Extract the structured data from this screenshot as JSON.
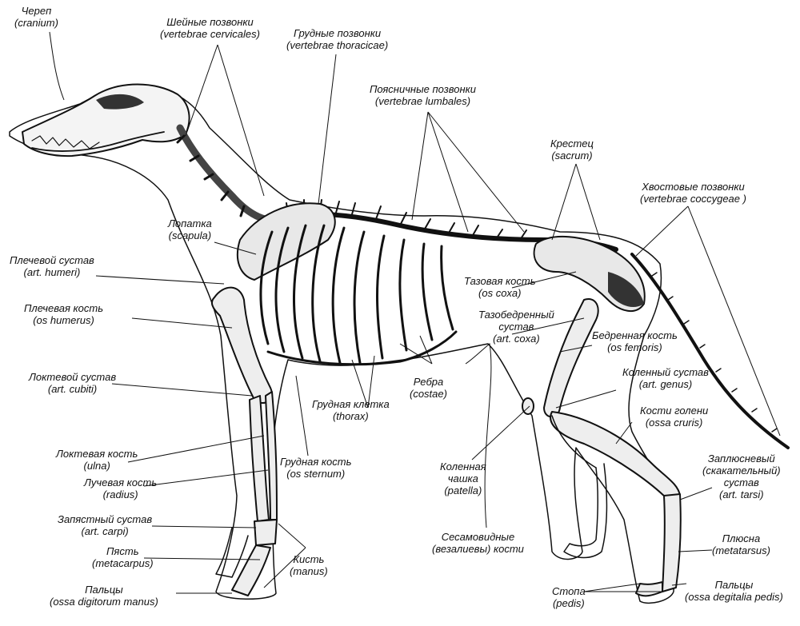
{
  "labels": {
    "cranium": {
      "ru": "Череп",
      "lat": "(cranium)"
    },
    "cervical": {
      "ru": "Шейные позвонки",
      "lat": "(vertebrae cervicales)"
    },
    "thoracic": {
      "ru": "Грудные позвонки",
      "lat": "(vertebrae thoracicae)"
    },
    "lumbar": {
      "ru": "Поясничные позвонки",
      "lat": "(vertebrae lumbales)"
    },
    "sacrum": {
      "ru": "Крестец",
      "lat": "(sacrum)"
    },
    "coccygeal": {
      "ru": "Хвостовые позвонки",
      "lat": "(vertebrae coccygeae )"
    },
    "scapula": {
      "ru": "Лопатка",
      "lat": "(scapula)"
    },
    "shoulder_joint": {
      "ru": "Плечевой сустав",
      "lat": "(art. humeri)"
    },
    "humerus": {
      "ru": "Плечевая кость",
      "lat": "(os humerus)"
    },
    "elbow_joint": {
      "ru": "Локтевой сустав",
      "lat": "(art. cubiti)"
    },
    "ulna": {
      "ru": "Локтевая кость",
      "lat": "(ulna)"
    },
    "radius": {
      "ru": "Лучевая кость",
      "lat": "(radius)"
    },
    "carpal_joint": {
      "ru": "Запястный сустав",
      "lat": "(art. carpi)"
    },
    "metacarpus": {
      "ru": "Пясть",
      "lat": "(metacarpus)"
    },
    "digits_manus": {
      "ru": "Пальцы",
      "lat": "(ossa digitorum manus)"
    },
    "manus": {
      "ru": "Кисть",
      "lat": "(manus)"
    },
    "sternum": {
      "ru": "Грудная кость",
      "lat": "(os sternum)"
    },
    "thorax": {
      "ru": "Грудная клетка",
      "lat": "(thorax)"
    },
    "ribs": {
      "ru": "Ребра",
      "lat": "(costae)"
    },
    "os_coxa": {
      "ru": "Тазовая кость",
      "lat": "(os coxa)"
    },
    "hip_joint": {
      "ru": "Тазобедренный",
      "ru2": "сустав",
      "lat": "(art. coxa)"
    },
    "femur": {
      "ru": "Бедренная кость",
      "lat": "(os femoris)"
    },
    "knee_joint": {
      "ru": "Коленный сустав",
      "lat": "(art. genus)"
    },
    "crus": {
      "ru": "Кости голени",
      "lat": "(ossa cruris)"
    },
    "tarsal_joint": {
      "ru": "Заплюсневый",
      "ru2": "(скакательный)",
      "ru3": "сустав",
      "lat": "(art. tarsi)"
    },
    "patella": {
      "ru": "Коленная",
      "ru2": "чашка",
      "lat": "(patella)"
    },
    "sesamoid": {
      "ru": "Сесамовидные",
      "lat": "(везалиевы) кости"
    },
    "metatarsus": {
      "ru": "Плюсна",
      "lat": "(metatarsus)"
    },
    "pes": {
      "ru": "Стопа",
      "lat": "(pedis)"
    },
    "digits_pes": {
      "ru": "Пальцы",
      "lat": "(ossa degitalia pedis)"
    }
  }
}
